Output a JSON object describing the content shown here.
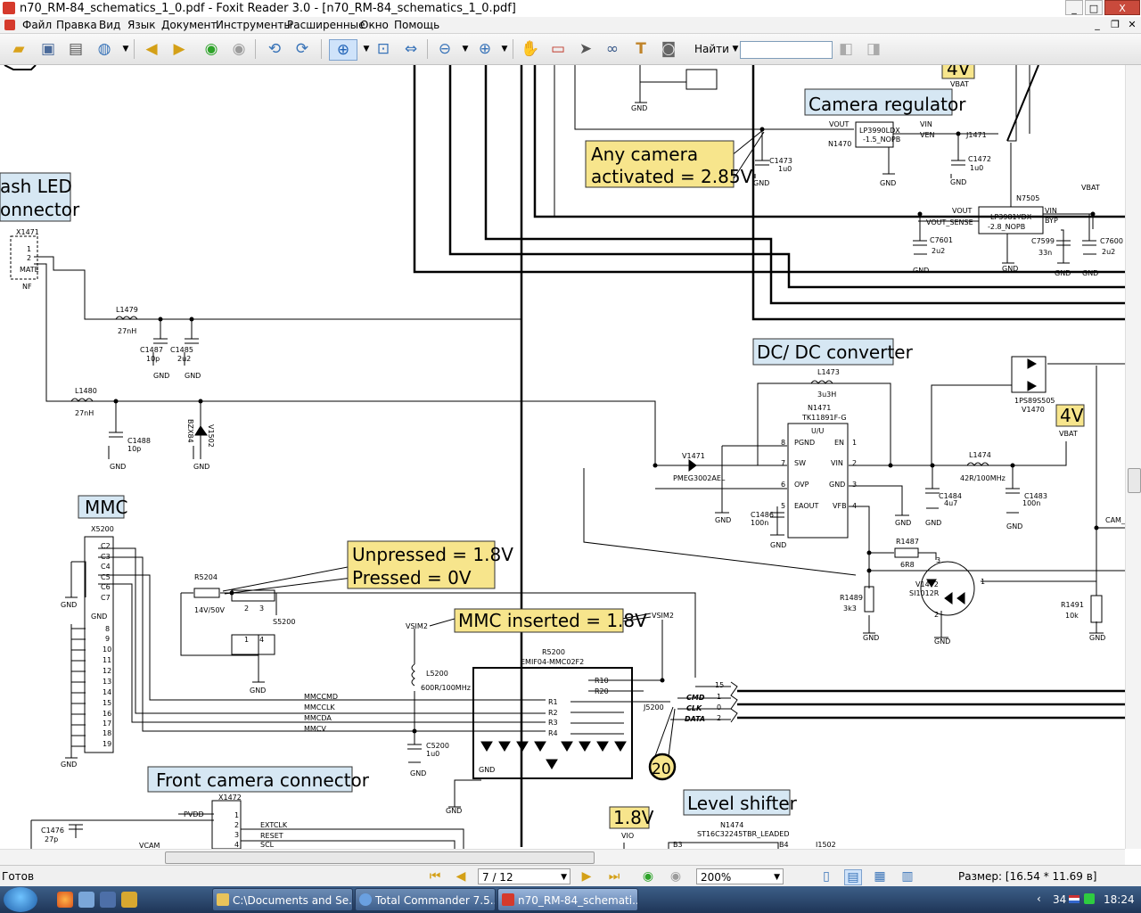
{
  "window": {
    "title": "n70_RM-84_schematics_1_0.pdf - Foxit Reader 3.0 - [n70_RM-84_schematics_1_0.pdf]",
    "minimize": "_",
    "maximize": "□",
    "close": "X"
  },
  "menu": {
    "items": [
      "Файл",
      "Правка",
      "Вид",
      "Язык",
      "Документ",
      "Инструменты",
      "Расширенные",
      "Окно",
      "Помощь"
    ]
  },
  "toolbar": {
    "find_label": "Найти",
    "find_value": ""
  },
  "schematic": {
    "labels": {
      "camera_regulator": "Camera regulator",
      "any_camera_1": "Any camera",
      "any_camera_2": "activated = 2.85V",
      "flash_led_1": "ash LED",
      "flash_led_2": "onnector",
      "dcdc": "DC/ DC converter",
      "mmc": "MMC",
      "unpressed": "Unpressed = 1.8V",
      "pressed": "Pressed = 0V",
      "mmc_inserted": "MMC inserted = 1.8V",
      "front_camera": "Front camera connector",
      "level_shifter": "Level shifter",
      "v4_top": "4V",
      "v4_mid": "4V",
      "v18": "1.8V",
      "badge_20": "20"
    },
    "parts": {
      "n1470_chip_1": "LP3990LDX",
      "n1470_chip_2": "-1.5_NOPB",
      "n7505_chip_1": "LP3981YDX",
      "n7505_chip_2": "-2.8_NOPB",
      "n1471_chip_title": "U/U",
      "r5200_title": "EMIF04-MMC02F2"
    },
    "text": {
      "gnd": "GND",
      "vbat": "VBAT",
      "vout": "VOUT",
      "vin": "VIN",
      "ven": "VEN",
      "vout_sense": "VOUT_SENSE",
      "byp": "BYP",
      "n1470": "N1470",
      "n7505": "N7505",
      "j1471": "J1471",
      "c1473": "C1473",
      "c1473v": "1u0",
      "c1472": "C1472",
      "c1472v": "1u0",
      "c7601": "C7601",
      "c7601v": "2u2",
      "c7599": "C7599",
      "c7599v": "33n",
      "c7600": "C7600",
      "c7600v": "2u2",
      "x1471": "X1471",
      "mate": "MATE",
      "nf": "NF",
      "l1479": "L1479",
      "l1479v": "27nH",
      "c1487": "C1487",
      "c1487v": "10p",
      "c1485": "C1485",
      "c1485v": "2u2",
      "l1480": "L1480",
      "l1480v": "27nH",
      "c1488": "C1488",
      "c1488v": "10p",
      "bzx": "BZX84",
      "v1502": "V1502",
      "l1473": "L1473",
      "l1473v": "3u3H",
      "n1471": "N1471",
      "tk": "TK11891F-G",
      "pgnd": "PGND",
      "sw": "SW",
      "ovp": "OVP",
      "eaout": "EAOUT",
      "en": "EN",
      "vin2": "VIN",
      "gnd_pin": "GND",
      "vfb": "VFB",
      "v1471": "V1471",
      "pmeg": "PMEG3002AEL",
      "c1486": "C1486",
      "c1486v": "100n",
      "l1474": "L1474",
      "l1474v": "42R/100MHz",
      "c1484": "C1484",
      "c1484v": "4u7",
      "c1483": "C1483",
      "c1483v": "100n",
      "ps": "1PS89S505",
      "v1470": "V1470",
      "r1487": "R1487",
      "r1487v": "6R8",
      "r1489": "R1489",
      "r1489v": "3k3",
      "v1472": "V1472",
      "si": "SI1012R",
      "r1491": "R1491",
      "r1491v": "10k",
      "cam": "CAM_",
      "x5200": "X5200",
      "r5204": "R5204",
      "r5204v": "14V/50V",
      "s5200": "S5200",
      "vsim2": "VSIM2",
      "l5200": "L5200",
      "l5200v": "600R/100MHz",
      "c5200": "C5200",
      "c5200v": "1u0",
      "r5200": "R5200",
      "mmccmd": "MMCCMD",
      "mmcclk": "MMCCLK",
      "mmcda": "MMCDA",
      "mmcv": "MMCV",
      "j5200": "J5200",
      "cmd": "CMD",
      "clk": "CLK",
      "data": "DATA",
      "x1472": "X1472",
      "pvdd": "PVDD",
      "extclk": "EXTCLK",
      "reset": "RESET",
      "scl": "SCL",
      "vcam": "VCAM",
      "c1476": "C1476",
      "c1476v": "27p",
      "n1474": "N1474",
      "st": "ST16C32245TBR_LEADED",
      "vio": "VIO",
      "i1502": "I1502",
      "b3": "B3",
      "b4": "B4"
    }
  },
  "status": {
    "ready": "Готов",
    "page": "7 / 12",
    "zoom": "200%",
    "size": "Размер: [16.54 * 11.69 в]"
  },
  "taskbar": {
    "tasks": [
      "C:\\Documents and Se...",
      "Total Commander 7.5...",
      "n70_RM-84_schemati..."
    ],
    "tray_lang": "34",
    "clock": "18:24"
  }
}
